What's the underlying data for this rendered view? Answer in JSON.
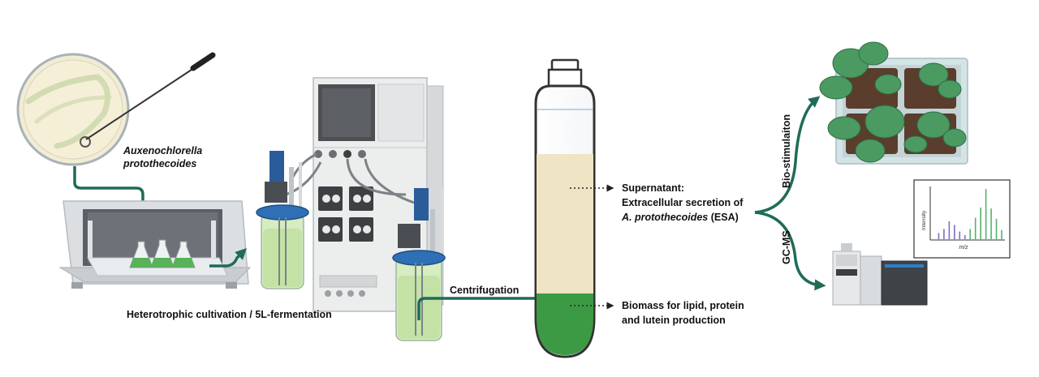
{
  "labels": {
    "organism_line1": "Auxenochlorella",
    "organism_line2": "protothecoides",
    "cultivation": "Heterotrophic cultivation / 5L-fermentation",
    "centrifugation": "Centrifugation",
    "supernatant_line1": "Supernatant:",
    "supernatant_line2": "Extracellular secretion of",
    "supernatant_line3_italic": "A. protothecoides",
    "supernatant_line3_rest": " (ESA)",
    "biomass_line1": "Biomass for lipid, protein",
    "biomass_line2": "and lutein production",
    "branch_upper": "Bio-stimulaiton",
    "branch_lower": "GC-MS",
    "chart_ylabel": "Intensity",
    "chart_xlabel": "m/z"
  },
  "colors": {
    "arrow": "#1f6b58",
    "supernatant": "#efe4c4",
    "biomass": "#3d9a44",
    "bioreactor_liquid": "#cfe6b4",
    "cap_blue": "#2f6fb5",
    "leaf": "#4a9a62"
  },
  "chart_data": {
    "type": "line",
    "xlabel": "m/z",
    "ylabel": "Intensity",
    "series": [
      {
        "color": "#7b6fc2",
        "x": [
          1,
          2,
          3,
          4,
          5,
          6
        ],
        "values": [
          0.12,
          0.2,
          0.35,
          0.28,
          0.15,
          0.08
        ]
      },
      {
        "color": "#56b06d",
        "x": [
          7,
          8,
          9,
          10,
          11,
          12,
          13
        ],
        "values": [
          0.2,
          0.42,
          0.62,
          0.98,
          0.6,
          0.4,
          0.18
        ]
      }
    ]
  }
}
